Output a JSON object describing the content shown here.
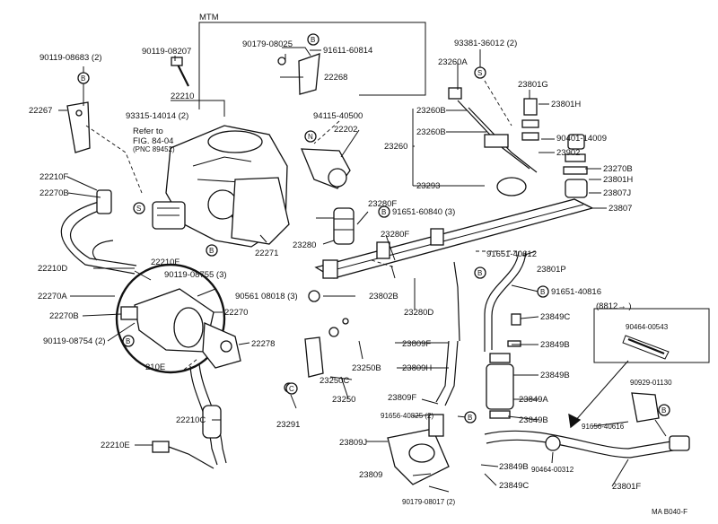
{
  "diagram": {
    "footer_code": "MA  B040-F",
    "group_box_label": "MTM",
    "sub_box_label": "(8812→        )",
    "refer_note": [
      "Refer to",
      "FIG. 84-04",
      "(PNC 89452)"
    ],
    "marker_symbols": {
      "B": "B",
      "S": "S",
      "C": "C",
      "N": "N"
    },
    "labels": {
      "p90119_08683": "90119-08683 (2)",
      "p90119_08207": "90119-08207",
      "p90179_08025": "90179-08025",
      "p91611_60814": "91611-60814",
      "p93381_36012": "93381-36012 (2)",
      "p23260A": "23260A",
      "p22268": "22268",
      "p22267": "22267",
      "p22210": "22210",
      "p93315_14014": "93315-14014 (2)",
      "p94115_40500": "94115-40500",
      "p22202": "22202",
      "p23801G": "23801G",
      "p23801H_top": "23801H",
      "p23260B_1": "23260B",
      "p23260B_2": "23260B",
      "p23260": "23260",
      "p23293": "23293",
      "p90401_14009": "90401-14009",
      "p23902": "23902",
      "p23270B": "23270B",
      "p23801H_mid": "23801H",
      "p23807J": "23807J",
      "p23807": "23807",
      "p22210F_1": "22210F",
      "p22270B_1": "22270B",
      "p23280F_1": "23280F",
      "p91651_60840": "91651-60840 (3)",
      "p23280": "23280",
      "p23280F_2": "23280F",
      "p22271": "22271",
      "p22210D": "22210D",
      "p22210F_2": "22210F",
      "p90119_08755": "90119-08755 (3)",
      "p91651_40612": "91651-40612",
      "p23801P": "23801P",
      "p22270A": "22270A",
      "p90561_08018": "90561 08018 (3)",
      "p23802B": "23802B",
      "p91651_40816": "91651-40816",
      "p22270B_2": "22270B",
      "p22270": "22270",
      "p23280D": "23280D",
      "p23849C_1": "23849C",
      "p90119_08754": "90119-08754 (2)",
      "p22278": "22278",
      "p23809F_1": "23809F",
      "p23849B_1": "23849B",
      "p90464_00543": "90464-00543",
      "p23250B": "23250B",
      "p23809H": "23809H",
      "p23849B_2": "23849B",
      "p22210E_mid": "210E",
      "p23250C": "23250C",
      "p23809F_2": "23809F",
      "p23849A": "23849A",
      "p90929_01130": "90929-01130",
      "p23250": "23250",
      "p91656_40825": "91656-40825 (2)",
      "p23849B_3": "23849B",
      "p91656_40616": "91656-40616",
      "p22210C": "22210C",
      "p23291": "23291",
      "p23809J": "23809J",
      "p22210E": "22210E",
      "p23849B_4": "23849B",
      "p90464_00312": "90464-00312",
      "p23801F": "23801F",
      "p23809": "23809",
      "p23849C_2": "23849C",
      "p90179_08017": "90179-08017 (2)"
    }
  }
}
